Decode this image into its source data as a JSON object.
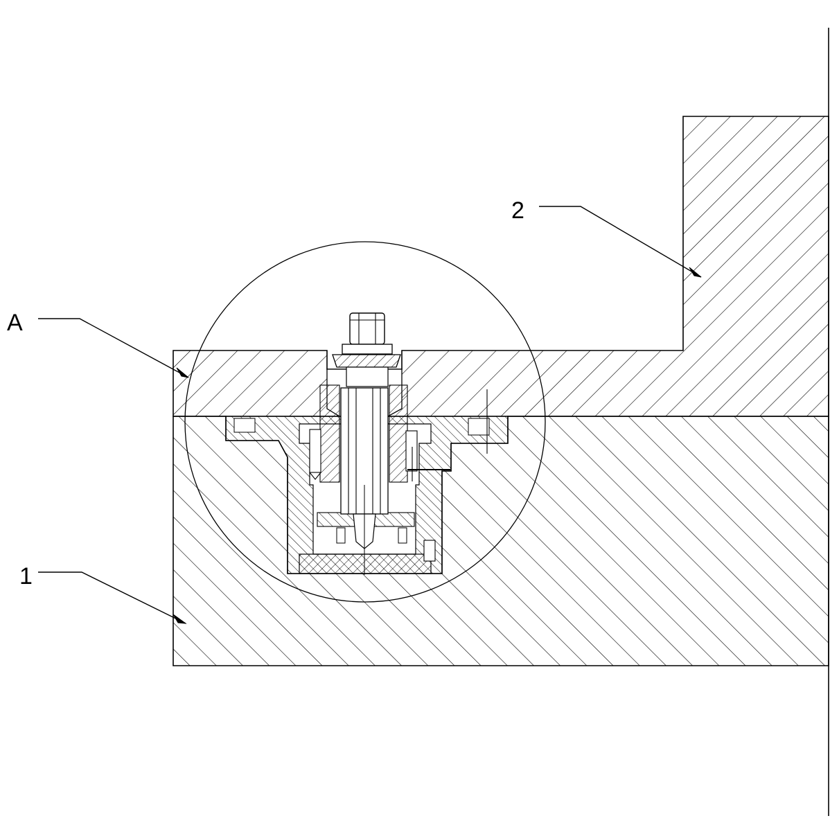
{
  "labels": {
    "part_1": "1",
    "part_2": "2",
    "detail_a": "A"
  },
  "colors": {
    "line": "#000000",
    "background": "#ffffff"
  }
}
